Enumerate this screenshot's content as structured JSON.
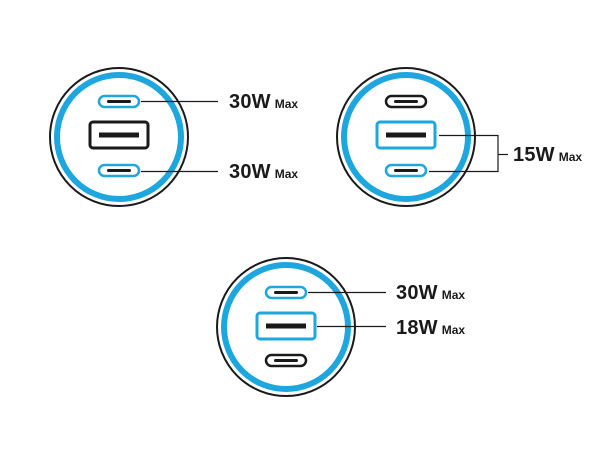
{
  "colors": {
    "ring": "#1ea6df",
    "outline": "#1a1a1a",
    "port_highlight": "#1ea6df",
    "port_plain": "#1a1a1a",
    "face": "#ffffff"
  },
  "chargers": [
    {
      "name": "charger-1",
      "ports": [
        {
          "type": "usb-c",
          "highlighted": true
        },
        {
          "type": "usb-a",
          "highlighted": false
        },
        {
          "type": "usb-c",
          "highlighted": true
        }
      ],
      "labels": [
        {
          "watts": "30W",
          "suffix": "Max"
        },
        {
          "watts": "30W",
          "suffix": "Max"
        }
      ]
    },
    {
      "name": "charger-2",
      "ports": [
        {
          "type": "usb-c",
          "highlighted": false
        },
        {
          "type": "usb-a",
          "highlighted": true
        },
        {
          "type": "usb-c",
          "highlighted": true
        }
      ],
      "labels": [
        {
          "watts": "15W",
          "suffix": "Max"
        }
      ]
    },
    {
      "name": "charger-3",
      "ports": [
        {
          "type": "usb-c",
          "highlighted": true
        },
        {
          "type": "usb-a",
          "highlighted": true
        },
        {
          "type": "usb-c",
          "highlighted": false
        }
      ],
      "labels": [
        {
          "watts": "30W",
          "suffix": "Max"
        },
        {
          "watts": "18W",
          "suffix": "Max"
        }
      ]
    }
  ]
}
